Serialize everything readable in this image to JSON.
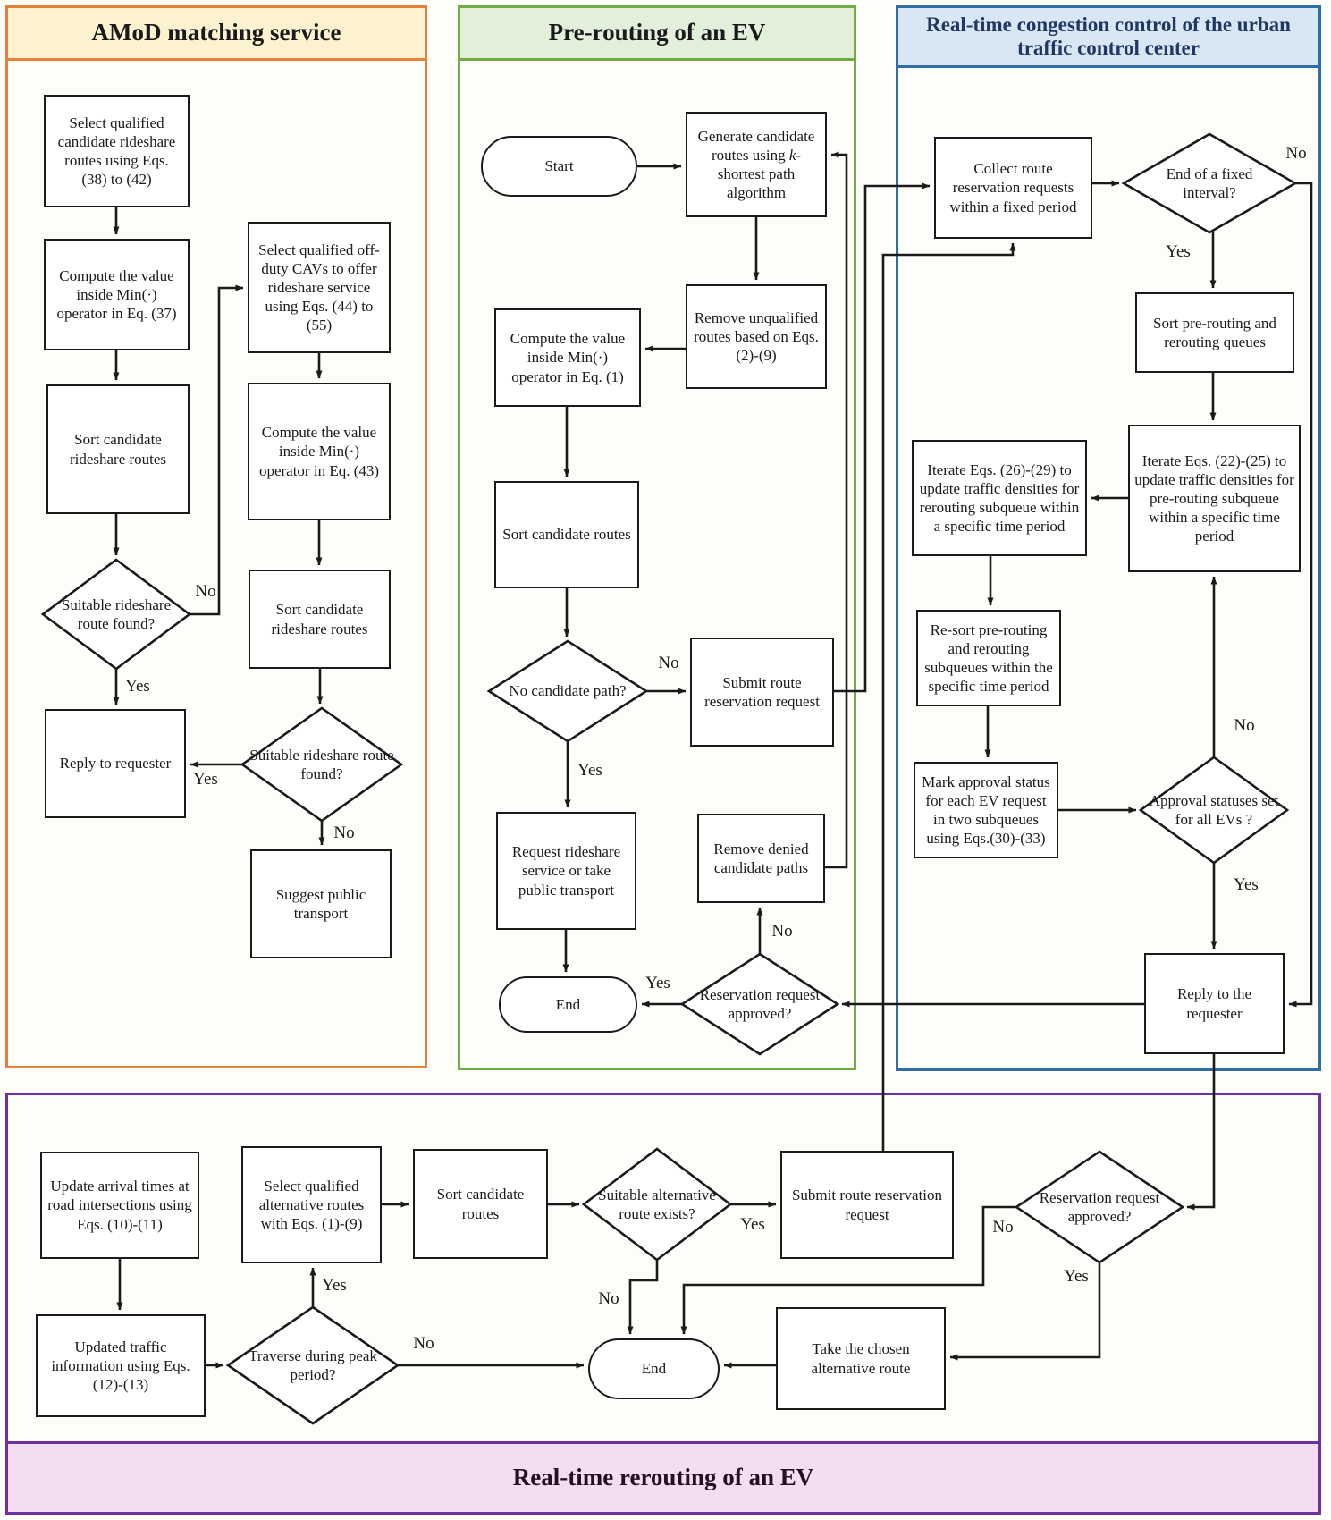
{
  "colors": {
    "orange_border": "#E4813B",
    "orange_fill": "#FCF2D0",
    "green_border": "#71AD47",
    "green_fill": "#E2EFDA",
    "blue_border": "#2E6DA8",
    "blue_fill": "#D9E6F3",
    "blue_title": "#1F3864",
    "purple_border": "#7030A0",
    "purple_fill": "#F2DEF0",
    "line": "#1a1a1a",
    "node_fill": "#ffffff"
  },
  "panels": {
    "amod": {
      "title": "AMoD matching service"
    },
    "prerouting": {
      "title": "Pre-routing of an EV"
    },
    "congestion": {
      "title": "Real-time congestion control of the urban traffic control center"
    },
    "rerouting": {
      "title": "Real-time rerouting of an EV"
    }
  },
  "nodes": {
    "a1": {
      "type": "process",
      "label": "Select qualified candidate rideshare routes using Eqs. (38) to (42)"
    },
    "a2": {
      "type": "process",
      "label": "Compute the value inside Min(·) operator in Eq. (37)"
    },
    "a3": {
      "type": "process",
      "label": "Sort candidate rideshare routes"
    },
    "a4": {
      "type": "decision",
      "label": "Suitable rideshare route found?"
    },
    "a5": {
      "type": "process",
      "label": "Reply to requester"
    },
    "b1": {
      "type": "process",
      "label": "Select qualified off-duty CAVs to offer rideshare service using Eqs. (44) to (55)"
    },
    "b2": {
      "type": "process",
      "label": "Compute the value inside Min(·) operator in Eq. (43)"
    },
    "b3": {
      "type": "process",
      "label": "Sort candidate rideshare routes"
    },
    "b4": {
      "type": "decision",
      "label": "Suitable rideshare route found?"
    },
    "b5": {
      "type": "process",
      "label": "Suggest public transport"
    },
    "start": {
      "type": "terminal",
      "label": "Start"
    },
    "p1": {
      "type": "process",
      "pre": "Generate candidate routes using ",
      "k": "k",
      "post": "-shortest path algorithm"
    },
    "p2": {
      "type": "process",
      "label": "Remove unqualified routes based on Eqs. (2)-(9)"
    },
    "p3": {
      "type": "process",
      "label": "Compute the value inside Min(·) operator in Eq. (1)"
    },
    "p4": {
      "type": "process",
      "label": "Sort candidate routes"
    },
    "p5": {
      "type": "decision",
      "label": "No candidate path?"
    },
    "p6": {
      "type": "process",
      "label": "Submit route reservation request"
    },
    "p7": {
      "type": "process",
      "label": "Request rideshare service or take public transport"
    },
    "p8": {
      "type": "process",
      "label": "Remove denied candidate paths"
    },
    "p9": {
      "type": "decision",
      "label": "Reservation request approved?"
    },
    "end1": {
      "type": "terminal",
      "label": "End"
    },
    "c1": {
      "type": "process",
      "label": "Collect route reservation requests within a fixed period"
    },
    "d1": {
      "type": "decision",
      "label": "End of a fixed interval?"
    },
    "c2": {
      "type": "process",
      "label": "Sort pre-routing and rerouting queues"
    },
    "c3": {
      "type": "process",
      "label": "Iterate Eqs.  (22)-(25) to update traffic densities for pre-routing subqueue within a specific time period"
    },
    "c4": {
      "type": "process",
      "label": "Iterate Eqs.  (26)-(29) to update traffic densities for rerouting subqueue within a specific time period"
    },
    "c5": {
      "type": "process",
      "label": "Re-sort  pre-routing and rerouting subqueues within the specific time period"
    },
    "c6": {
      "type": "process",
      "label": "Mark approval status for each EV request in two subqueues using Eqs.(30)-(33)"
    },
    "d2": {
      "type": "decision",
      "label": "Approval statuses set for all EVs ?"
    },
    "reply": {
      "type": "process",
      "label": "Reply to the requester"
    },
    "r1": {
      "type": "process",
      "label": "Update arrival times at road intersections using Eqs. (10)-(11)"
    },
    "r2": {
      "type": "process",
      "label": "Updated traffic information using Eqs. (12)-(13)"
    },
    "r3": {
      "type": "decision",
      "label": "Traverse during peak period?"
    },
    "r4": {
      "type": "process",
      "label": "Select qualified alternative routes with Eqs. (1)-(9)"
    },
    "r5": {
      "type": "process",
      "label": "Sort candidate routes"
    },
    "r7": {
      "type": "decision",
      "label": "Suitable alternative route exists?"
    },
    "r8": {
      "type": "process",
      "label": "Submit route reservation request"
    },
    "r6": {
      "type": "decision",
      "label": "Reservation request approved?"
    },
    "r9": {
      "type": "process",
      "label": "Take the chosen alternative route"
    },
    "end2": {
      "type": "terminal",
      "label": "End"
    }
  },
  "edge_labels": {
    "a4_no": "No",
    "a4_yes": "Yes",
    "b4_yes": "Yes",
    "b4_no": "No",
    "p5_no": "No",
    "p5_yes": "Yes",
    "p9_yes": "Yes",
    "p9_no": "No",
    "d1_no": "No",
    "d1_yes": "Yes",
    "d2_no": "No",
    "d2_yes": "Yes",
    "r3_yes": "Yes",
    "r3_no": "No",
    "r7_yes": "Yes",
    "r7_no": "No",
    "r6_no": "No",
    "r6_yes": "Yes"
  }
}
